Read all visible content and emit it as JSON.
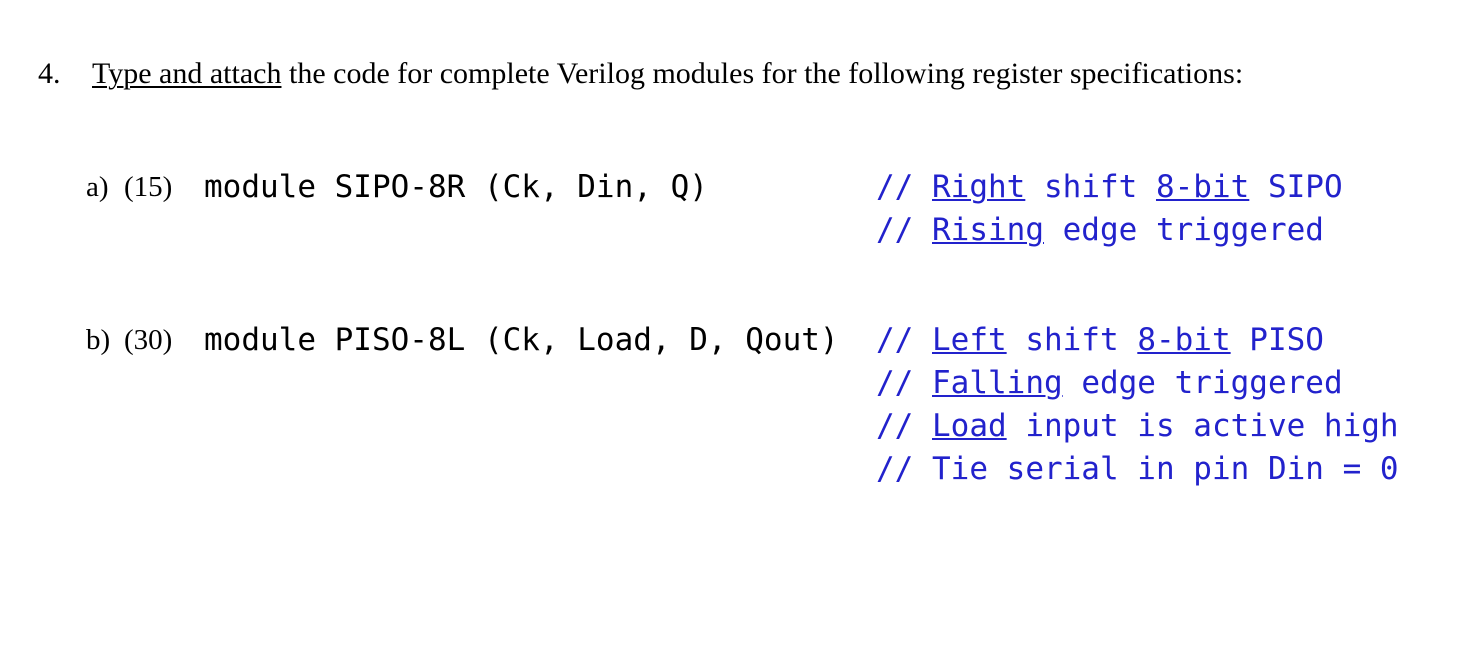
{
  "document": {
    "question": {
      "number": "4.",
      "prefix_underlined": "Type and attach",
      "rest": " the code for complete Verilog modules for the following register specifications:"
    },
    "items": [
      {
        "letter": "a)",
        "points": "(15)",
        "code": "module SIPO-8R (Ck, Din, Q)",
        "comments": [
          {
            "slashes": "// ",
            "parts": [
              {
                "text": "Right",
                "underline": true
              },
              {
                "text": " shift ",
                "underline": false
              },
              {
                "text": "8-bit",
                "underline": true
              },
              {
                "text": " SIPO",
                "underline": false
              }
            ]
          },
          {
            "slashes": "// ",
            "parts": [
              {
                "text": "Rising",
                "underline": true
              },
              {
                "text": " edge triggered",
                "underline": false
              }
            ]
          }
        ]
      },
      {
        "letter": "b)",
        "points": "(30)",
        "code": "module PISO-8L (Ck, Load, D, Qout)",
        "comments": [
          {
            "slashes": "// ",
            "parts": [
              {
                "text": "Left",
                "underline": true
              },
              {
                "text": " shift ",
                "underline": false
              },
              {
                "text": "8-bit",
                "underline": true
              },
              {
                "text": " PISO",
                "underline": false
              }
            ]
          },
          {
            "slashes": "// ",
            "parts": [
              {
                "text": "Falling",
                "underline": true
              },
              {
                "text": " edge triggered",
                "underline": false
              }
            ]
          },
          {
            "slashes": "// ",
            "parts": [
              {
                "text": "Load",
                "underline": true
              },
              {
                "text": " input is active high",
                "underline": false
              }
            ]
          },
          {
            "slashes": "// ",
            "parts": [
              {
                "text": "Tie serial in pin Din = 0",
                "underline": false
              }
            ]
          }
        ]
      }
    ],
    "colors": {
      "text": "#000000",
      "comment": "#2222cc",
      "background": "#ffffff"
    }
  }
}
